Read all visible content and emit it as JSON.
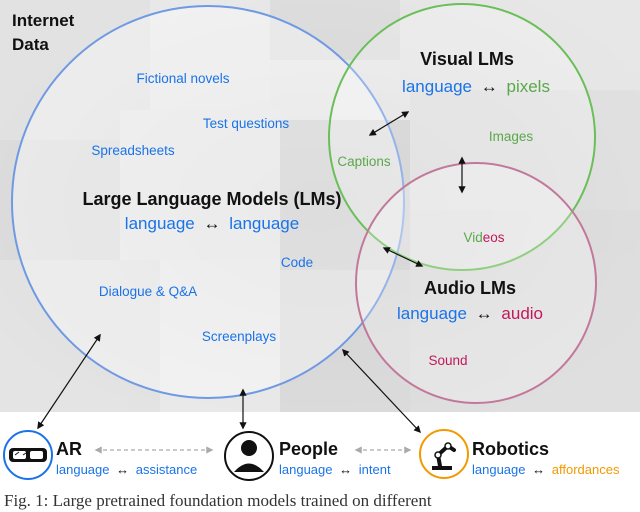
{
  "corner_title": [
    "Internet",
    "Data"
  ],
  "colors": {
    "blue": "#1a73e8",
    "green": "#5ba84b",
    "magenta": "#c2185b",
    "orange": "#f29900",
    "llm_circle": "#6f9ae3",
    "vlm_circle": "#6bbf59",
    "alm_circle": "#c2789a"
  },
  "llm": {
    "title": "Large Language Models (LMs)",
    "left": "language",
    "arrow": "↔",
    "right": "language",
    "items": [
      "Fictional novels",
      "Test questions",
      "Spreadsheets",
      "Code",
      "Dialogue & Q&A",
      "Screenplays"
    ]
  },
  "vlm": {
    "title": "Visual LMs",
    "left": "language",
    "arrow": "↔",
    "right": "pixels",
    "items": [
      "Captions",
      "Images"
    ]
  },
  "alm": {
    "title": "Audio LMs",
    "left": "language",
    "arrow": "↔",
    "right": "audio",
    "items": [
      "Videos",
      "Sound"
    ]
  },
  "bottom": [
    {
      "title": "AR",
      "left": "language",
      "arrow": "↔",
      "right": "assistance",
      "icon": "ar-glasses-icon"
    },
    {
      "title": "People",
      "left": "language",
      "arrow": "↔",
      "right": "intent",
      "icon": "person-icon"
    },
    {
      "title": "Robotics",
      "left": "language",
      "arrow": "↔",
      "right": "affordances",
      "icon": "robot-arm-icon"
    }
  ],
  "caption": "Fig. 1: Large pretrained foundation models trained on different"
}
